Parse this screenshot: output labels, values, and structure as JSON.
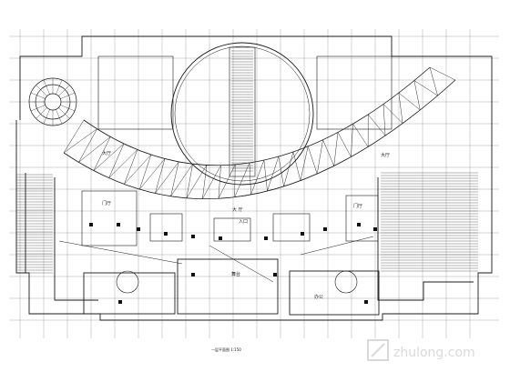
{
  "plan": {
    "labels": {
      "hall_left": "大厅",
      "hall_right": "大厅",
      "center_label": "大 厅",
      "entrance": "入口",
      "lobby_left": "门厅",
      "lobby_right": "门厅",
      "stage": "舞台",
      "office": "办公",
      "bottom_title": "一层平面图 1:150"
    }
  },
  "colors": {
    "line": "#1a1a1a",
    "hatch": "#444444",
    "grid": "#2a2a2a"
  },
  "watermark": {
    "brand": "zhulong.com"
  }
}
